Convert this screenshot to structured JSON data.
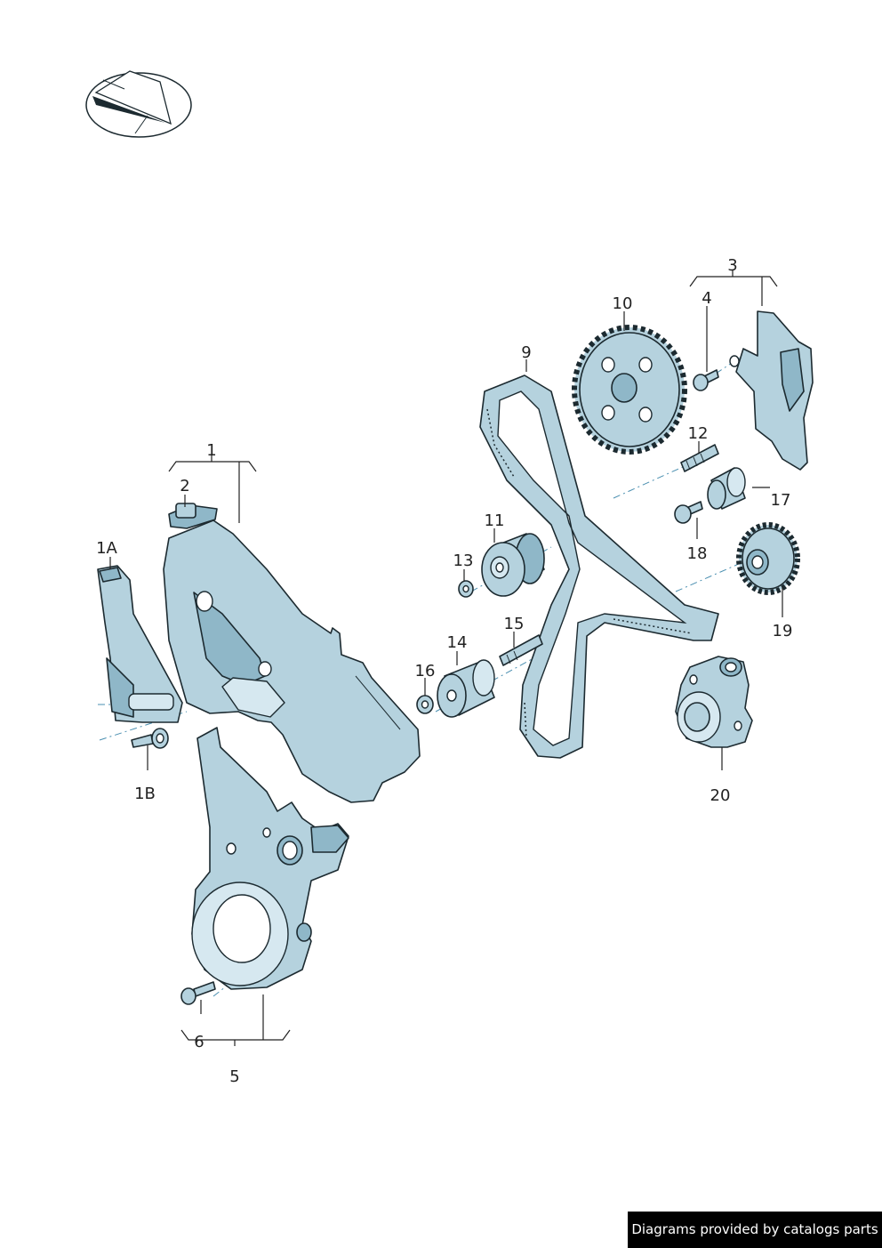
{
  "labels": {
    "l1": "1",
    "l1a": "1A",
    "l1b": "1B",
    "l2": "2",
    "l3": "3",
    "l4": "4",
    "l5": "5",
    "l6": "6",
    "l9": "9",
    "l10": "10",
    "l11": "11",
    "l12": "12",
    "l13": "13",
    "l14": "14",
    "l15": "15",
    "l16": "16",
    "l17": "17",
    "l18": "18",
    "l19": "19",
    "l20": "20"
  },
  "credit": "Diagrams provided by catalogs parts",
  "colors": {
    "part_fill": "#b5d2de",
    "part_dark": "#8fb7c8",
    "outline": "#1c2a30",
    "axis_dash": "#4a8fb0"
  }
}
